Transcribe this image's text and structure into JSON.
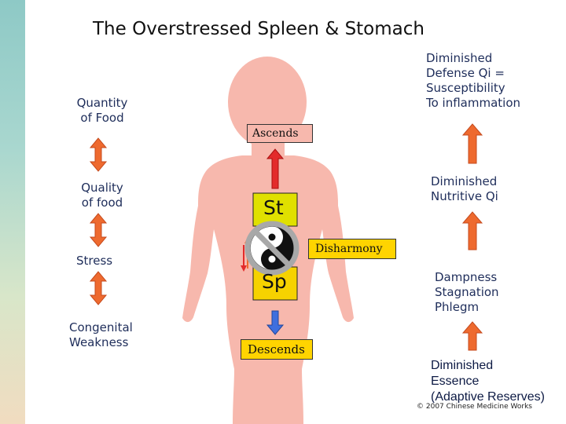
{
  "title": "The Overstressed Spleen & Stomach",
  "left_factors": [
    "Quantity\nof Food",
    "Quality\nof food",
    "Stress",
    "Congenital\nWeakness"
  ],
  "center": {
    "ascends": "Ascends",
    "stomach": "St",
    "spleen": "Sp",
    "disharmony": "Disharmony",
    "descends": "Descends"
  },
  "right_chain": [
    "Diminished\nDefense Qi =\nSusceptibility\nTo inflammation",
    "Diminished\nNutritive Qi",
    "Dampness\nStagnation\nPhlegm",
    "Diminished\nEssence\n(Adaptive Reserves)"
  ],
  "copyright": "© 2007 Chinese Medicine Works",
  "colors": {
    "body": "#f7b8ad",
    "arrow_orange": "#ee6a2f",
    "arrow_red": "#e32b2b",
    "arrow_blue": "#3f6fde",
    "stomach_box": "#e0e000",
    "spleen_box": "#f6d200",
    "label_box": "#ffd400"
  },
  "icons": [
    "yin-yang-icon",
    "no-symbol-icon"
  ]
}
